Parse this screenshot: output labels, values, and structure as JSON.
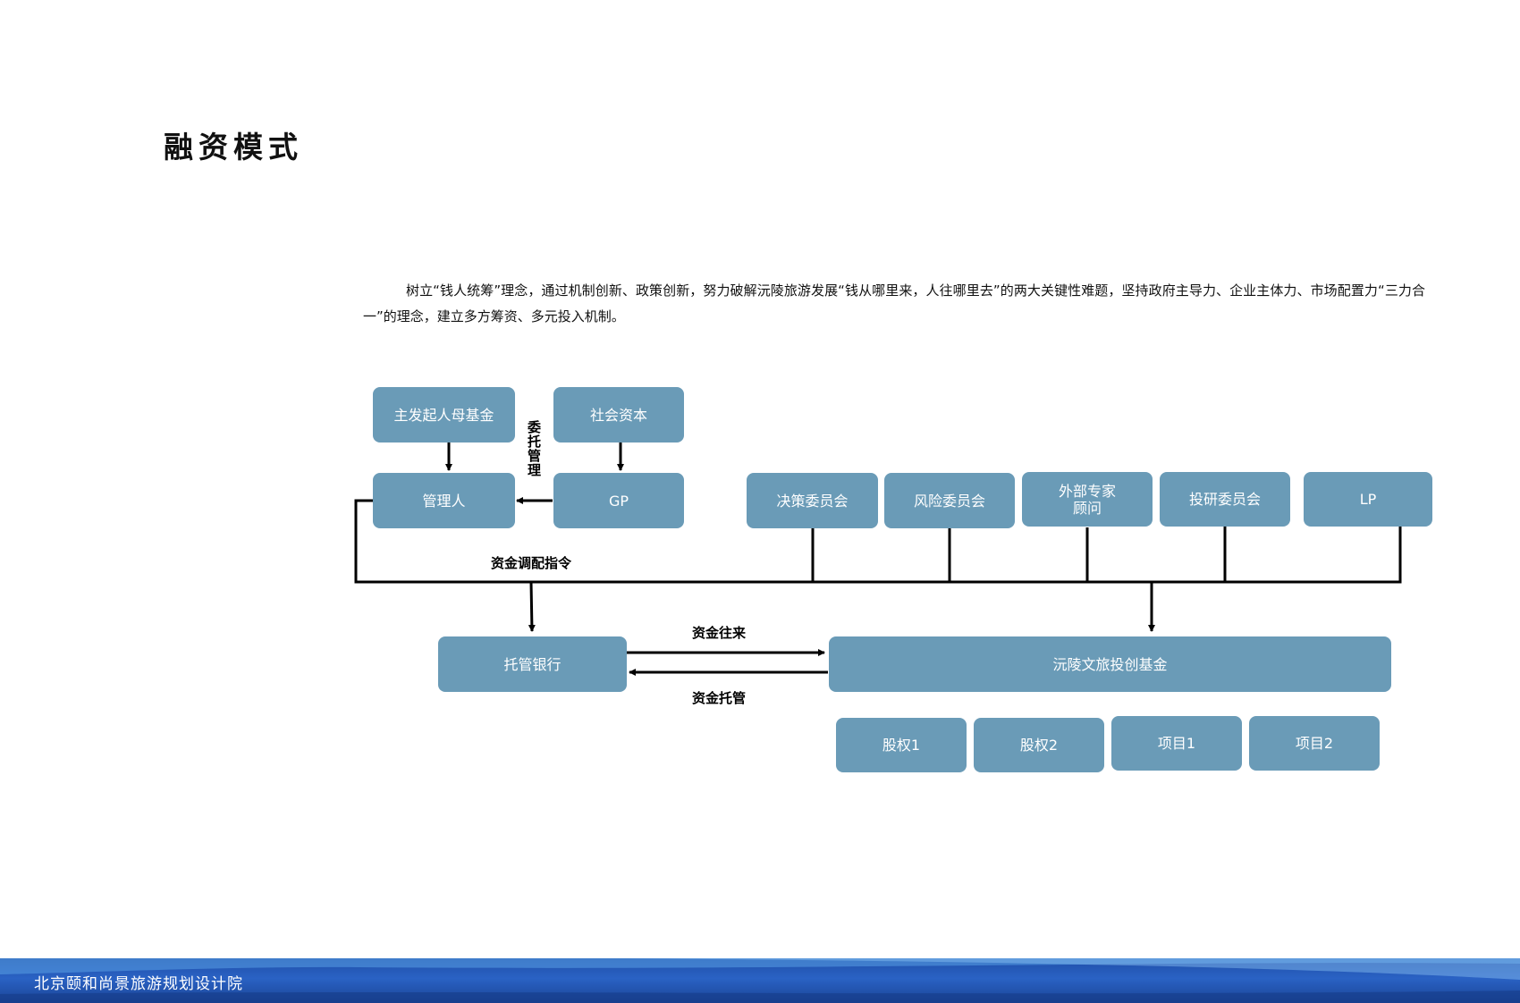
{
  "page": {
    "title": "融资模式",
    "intro": "树立“钱人统筹”理念，通过机制创新、政策创新，努力破解沅陵旅游发展“钱从哪里来，人往哪里去”的两大关键性难题，坚持政府主导力、企业主体力、市场配置力“三力合一”的理念，建立多方筹资、多元投入机制。"
  },
  "diagram": {
    "nodes": {
      "mother_fund": "主发起人母基金",
      "social_capital": "社会资本",
      "manager": "管理人",
      "gp": "GP",
      "decision_committee": "决策委员会",
      "risk_committee": "风险委员会",
      "external_advisor": "外部专家\n顾问",
      "investment_committee": "投研委员会",
      "lp": "LP",
      "custodian_bank": "托管银行",
      "fund": "沅陵文旅投创基金",
      "equity_1": "股权1",
      "equity_2": "股权2",
      "project_1": "项目1",
      "project_2": "项目2"
    },
    "labels": {
      "entrusted_management": "委托管理",
      "fund_allocation": "资金调配指令",
      "fund_flow": "资金往来",
      "fund_custody": "资金托管"
    },
    "colors": {
      "node_fill": "#6a9bb7",
      "node_text": "#ffffff",
      "line": "#000000"
    }
  },
  "footer": {
    "organization": "北京颐和尚景旅游规划设计院"
  }
}
